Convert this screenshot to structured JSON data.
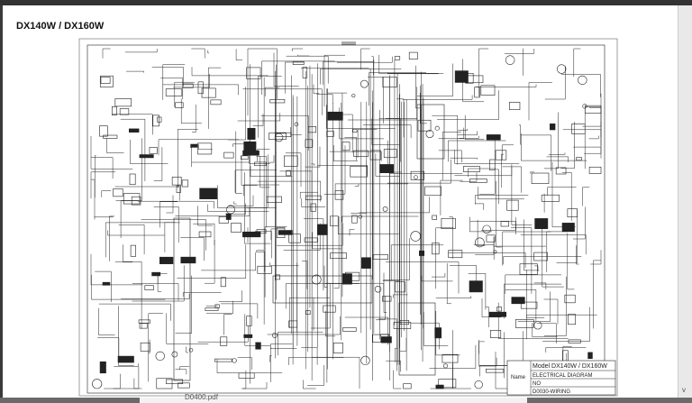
{
  "document": {
    "title": "DX140W / DX160W",
    "file_name": "D0400.pdf"
  },
  "title_block": {
    "name_label": "Name",
    "model": "Model  DX140W / DX160W",
    "diagram": "ELECTRICAL DIAGRAM",
    "rev": "NO",
    "code": "D0030-WIRING"
  },
  "scrollbar": {
    "arrow": "v"
  },
  "colors": {
    "line": "#222222",
    "page": "#ffffff",
    "chrome": "#333333"
  }
}
